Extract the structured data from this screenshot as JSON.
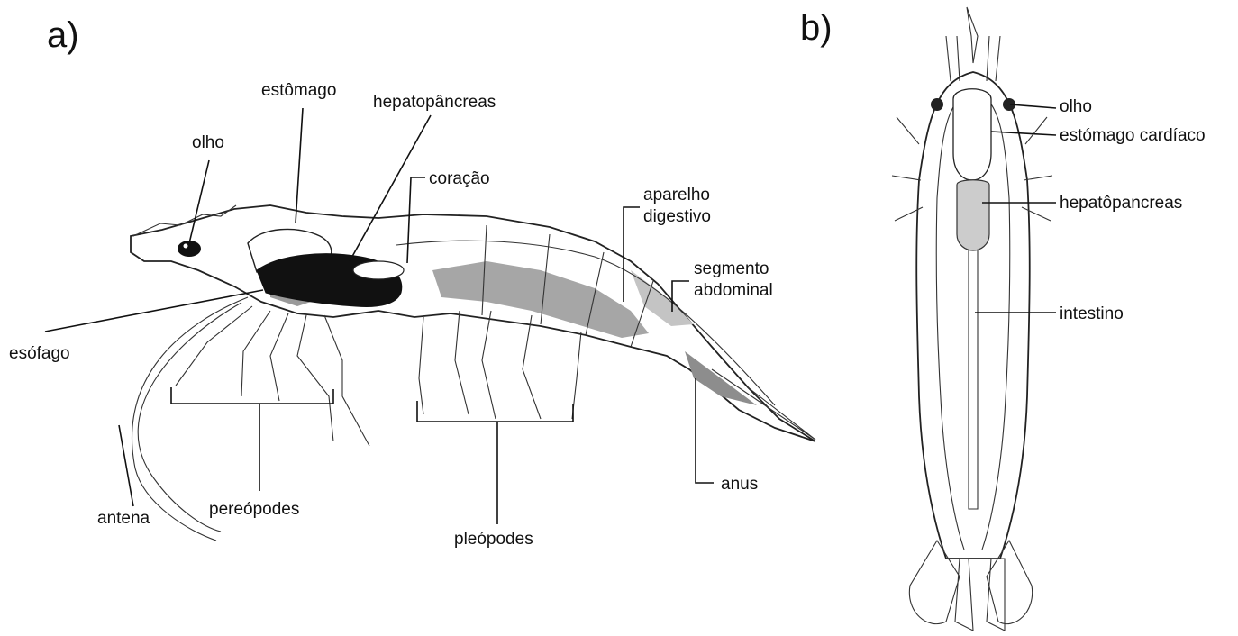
{
  "panel_a": {
    "title": "a)",
    "labels": {
      "estomago": "estômago",
      "hepatopancreas": "hepatopâncreas",
      "olho": "olho",
      "coracao": "coração",
      "aparelho_l1": "aparelho",
      "aparelho_l2": "digestivo",
      "segmento_l1": "segmento",
      "segmento_l2": "abdominal",
      "esofago": "esófago",
      "antena": "antena",
      "pereopodes": "pereópodes",
      "pleopodes": "pleópodes",
      "anus": "anus"
    }
  },
  "panel_b": {
    "title": "b)",
    "labels": {
      "olho": "olho",
      "estomago_cardiaco": "estómago cardíaco",
      "hepatopancreas": "hepatôpancreas",
      "intestino": "intestino"
    }
  },
  "colors": {
    "ink": "#111111",
    "hepatopancreas_fill": "#111111",
    "tissue_gray": "#9a9a9a",
    "tissue_light": "#c8c8c8"
  }
}
